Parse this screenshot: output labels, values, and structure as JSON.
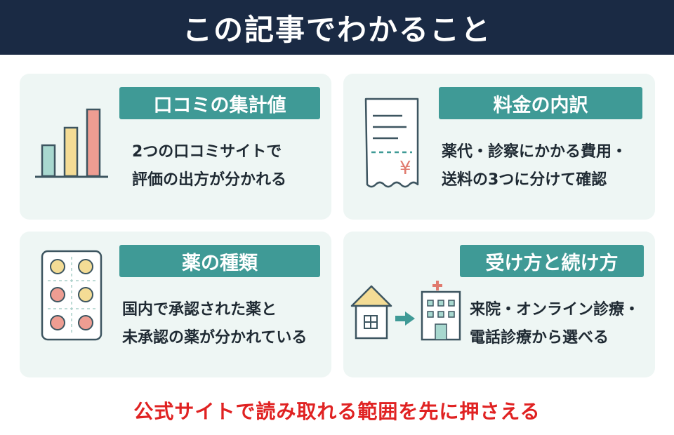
{
  "header": {
    "title": "この記事でわかること"
  },
  "cards": [
    {
      "label": "口コミの集計値",
      "lines": [
        "2つの口コミサイトで",
        "評価の出方が分かれる"
      ],
      "icon": "bar-chart-icon"
    },
    {
      "label": "料金の内訳",
      "lines": [
        "薬代・診察にかかる費用・",
        "送料の3つに分けて確認"
      ],
      "icon": "receipt-icon",
      "receipt_symbol": "¥"
    },
    {
      "label": "薬の種類",
      "lines": [
        "国内で承認された薬と",
        "未承認の薬が分かれている"
      ],
      "icon": "pill-pack-icon"
    },
    {
      "label": "受け方と続け方",
      "lines": [
        "来院・オンライン診療・",
        "電話診療から選べる"
      ],
      "icon": "house-to-hospital-icon"
    }
  ],
  "footer": {
    "text": "公式サイトで読み取れる範囲を先に押さえる"
  },
  "colors": {
    "header_bg": "#1a2a44",
    "label_bg": "#3f9a96",
    "card_bg": "#eef6f4",
    "footer_text": "#e02222",
    "bar1": "#a8d8cf",
    "bar2": "#f4dc95",
    "bar3": "#ee9d92"
  }
}
